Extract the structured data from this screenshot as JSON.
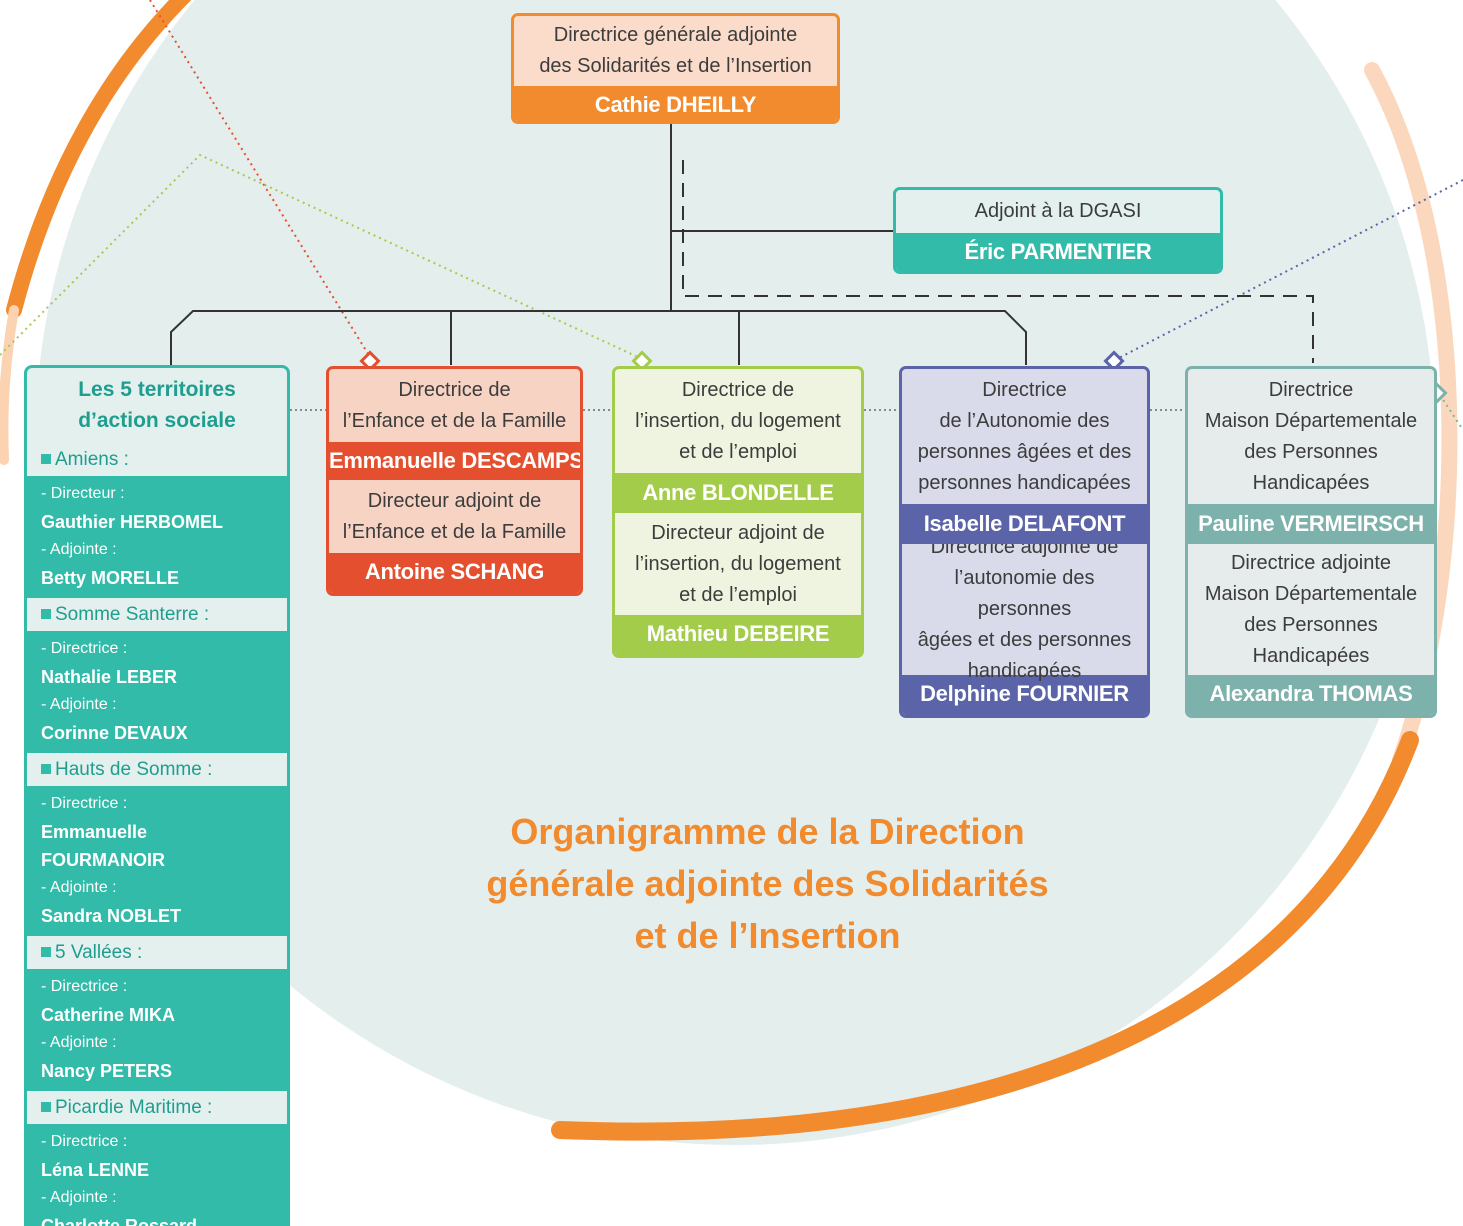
{
  "colors": {
    "orange": "#f28a2e",
    "orange_light": "#fbdccb",
    "teal": "#32bba9",
    "teal_light": "#e3f0ee",
    "red": "#e4502f",
    "red_light": "#f7d3c4",
    "green": "#a3cc4a",
    "green_light": "#eef4e0",
    "purple": "#5b64a8",
    "purple_light": "#d9daea",
    "grayteal": "#7cb2ab",
    "grayteal_light": "#e6eceb",
    "circle": "#e4eeed"
  },
  "top": {
    "role": "Directrice générale adjointe\ndes Solidarités et de l’Insertion",
    "name": "Cathie DHEILLY"
  },
  "deputy": {
    "role": "Adjoint à la DGASI",
    "name": "Éric PARMENTIER"
  },
  "territories": {
    "title": "Les 5 territoires\nd’action sociale",
    "items": [
      {
        "name": "Amiens :",
        "role1": "- Directeur :",
        "person1": "Gauthier HERBOMEL",
        "role2": "- Adjointe :",
        "person2": "Betty MORELLE"
      },
      {
        "name": "Somme Santerre :",
        "role1": "- Directrice :",
        "person1": "Nathalie LEBER",
        "role2": "- Adjointe :",
        "person2": "Corinne DEVAUX"
      },
      {
        "name": "Hauts de Somme :",
        "role1": "- Directrice :",
        "person1": "Emmanuelle FOURMANOIR",
        "role2": "- Adjointe :",
        "person2": "Sandra NOBLET"
      },
      {
        "name": "5 Vallées :",
        "role1": "- Directrice :",
        "person1": "Catherine MIKA",
        "role2": "- Adjointe :",
        "person2": "Nancy PETERS"
      },
      {
        "name": "Picardie Maritime :",
        "role1": "- Directrice :",
        "person1": "Léna LENNE",
        "role2": "- Adjointe :",
        "person2": "Charlotte Rossard"
      }
    ]
  },
  "directions": [
    {
      "role": "Directrice de\nl’Enfance et de la Famille",
      "name": "Emmanuelle DESCAMPS",
      "deputy_role": "Directeur adjoint de\nl’Enfance et de la Famille",
      "deputy_name": "Antoine SCHANG"
    },
    {
      "role": "Directrice de\nl’insertion, du logement\net de l’emploi",
      "name": "Anne BLONDELLE",
      "deputy_role": "Directeur adjoint de\nl’insertion, du logement\net de l’emploi",
      "deputy_name": "Mathieu DEBEIRE"
    },
    {
      "role": "Directrice\nde l’Autonomie des\npersonnes âgées et des\npersonnes handicapées",
      "name": "Isabelle DELAFONT",
      "deputy_role": "Directrice adjointe de\nl’autonomie des personnes\nâgées et des personnes\nhandicapées",
      "deputy_name": "Delphine FOURNIER"
    },
    {
      "role": "Directrice\nMaison Départementale\ndes Personnes\nHandicapées",
      "name": "Pauline VERMEIRSCH",
      "deputy_role": "Directrice adjointe\nMaison Départementale\ndes Personnes\nHandicapées",
      "deputy_name": "Alexandra THOMAS"
    }
  ],
  "title": "Organigramme de la Direction\ngénérale adjointe des Solidarités\net de l’Insertion"
}
